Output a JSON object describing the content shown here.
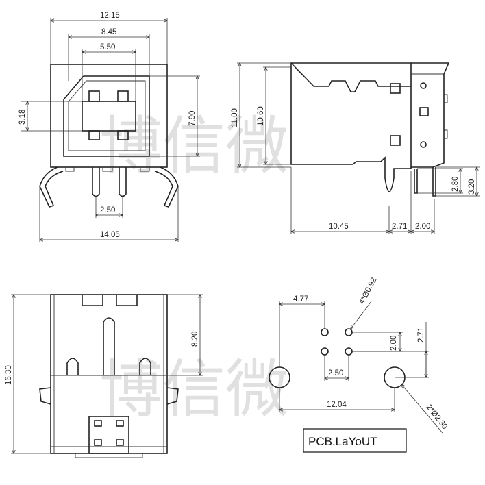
{
  "watermark": "博信微",
  "front_view": {
    "overall_width": "12.15",
    "inner_width": "8.45",
    "opening_width": "5.50",
    "opening_height": "3.18",
    "port_height": "7.90",
    "pin_pitch": "2.50",
    "pin_span": "14.05"
  },
  "side_view": {
    "total_height": "11.00",
    "body_height": "10.60",
    "pin_length_short": "2.80",
    "pin_length_long": "3.20",
    "body_depth": "10.45",
    "offset_a": "2.71",
    "offset_b": "2.00"
  },
  "bottom_view": {
    "total_length": "16.30",
    "half_length": "8.20"
  },
  "pcb_layout": {
    "hole_spec_small": "4*Ø0.92",
    "hole_spec_large": "2*Ø2.30",
    "offset_x": "4.77",
    "row_spacing": "2.00",
    "offset_y": "2.71",
    "pin_pitch": "2.50",
    "mount_spacing": "12.04",
    "label": "PCB.LaYoUT"
  }
}
